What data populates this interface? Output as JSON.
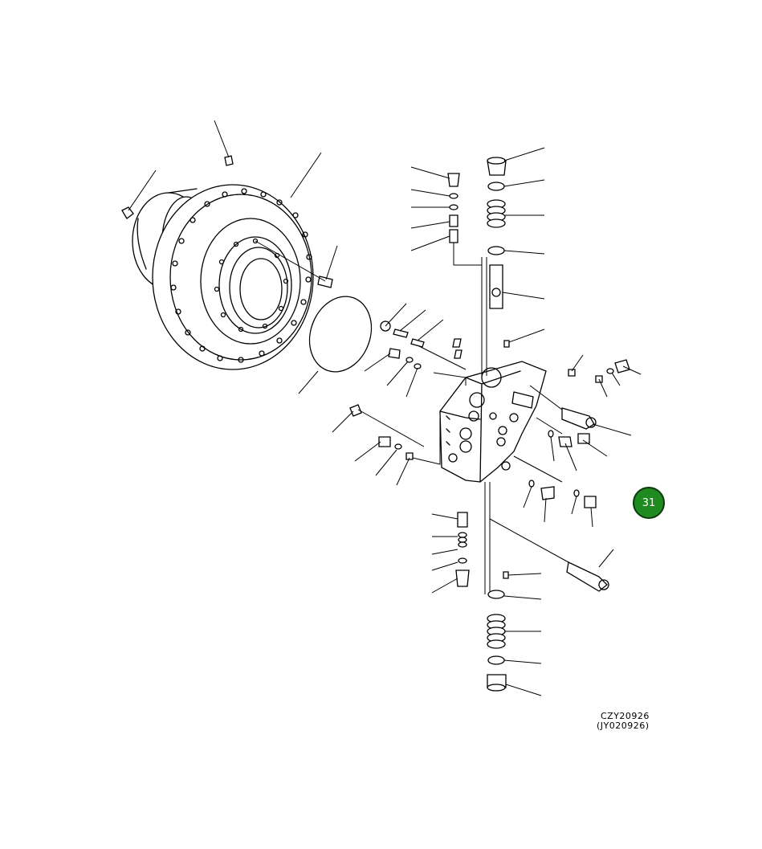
{
  "callout": {
    "label": "31",
    "color": "#1f8a1f"
  },
  "drawing_codes": {
    "primary": "CZY20926",
    "secondary": "(JY020926)"
  },
  "icons": [
    "exploded-parts-diagram",
    "callout-marker"
  ]
}
